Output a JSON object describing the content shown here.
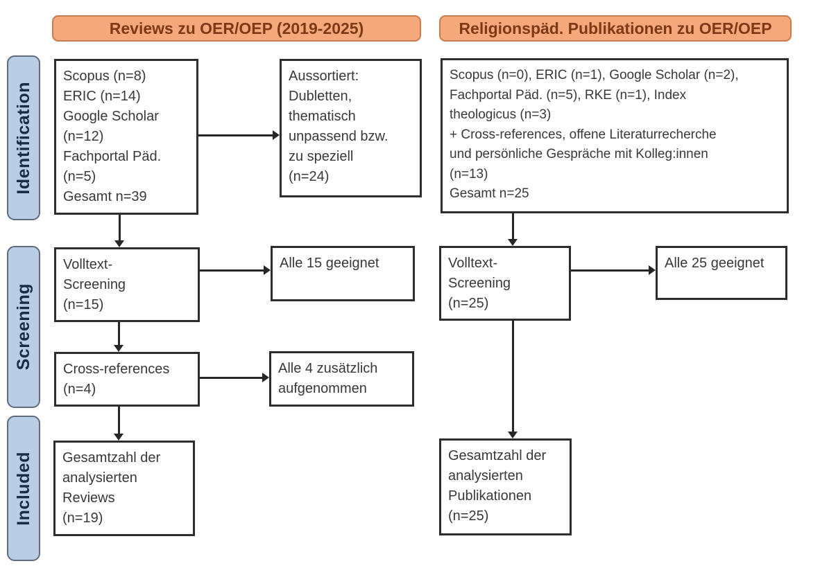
{
  "colors": {
    "orange-fill": "#F4A87C",
    "orange-border": "#C97C4E",
    "orange-text": "#7E3A16",
    "blue-fill": "#B9CDE5",
    "blue-border": "#5F6B7C",
    "blue-text": "#1C2B45",
    "box-border": "#2D2D2D",
    "box-text": "#383838",
    "arrow": "#262626",
    "bg": "#FFFFFF"
  },
  "headers": {
    "left": "Reviews zu OER/OEP (2019-2025)",
    "right": "Religionspäd. Publikationen zu OER/OEP"
  },
  "stages": {
    "identification": "Identification",
    "screening": "Screening",
    "included": "Included"
  },
  "left_column": {
    "sources": "Scopus (n=8)\nERIC (n=14)\nGoogle Scholar\n(n=12)\nFachportal Päd.\n(n=5)\nGesamt n=39",
    "excluded": "Aussortiert:\nDubletten,\nthematisch\nunpassend bzw.\nzu speziell\n(n=24)",
    "fulltext_screening": "Volltext-\nScreening\n(n=15)",
    "all_suitable": "Alle 15 geeignet",
    "cross_references": "Cross-references\n(n=4)",
    "additionally_included": "Alle 4 zusätzlich\naufgenommen",
    "total": "Gesamtzahl der\nanalysierten\nReviews\n(n=19)"
  },
  "right_column": {
    "sources": "Scopus (n=0), ERIC (n=1), Google Scholar (n=2),\nFachportal Päd. (n=5), RKE (n=1), Index\ntheologicus (n=3)\n+ Cross-references, offene Literaturrecherche\nund persönliche Gespräche mit Kolleg:innen\n(n=13)\nGesamt n=25",
    "fulltext_screening": "Volltext-\nScreening\n(n=25)",
    "all_suitable": "Alle 25 geeignet",
    "total": "Gesamtzahl der\nanalysierten\nPublikationen\n(n=25)"
  }
}
